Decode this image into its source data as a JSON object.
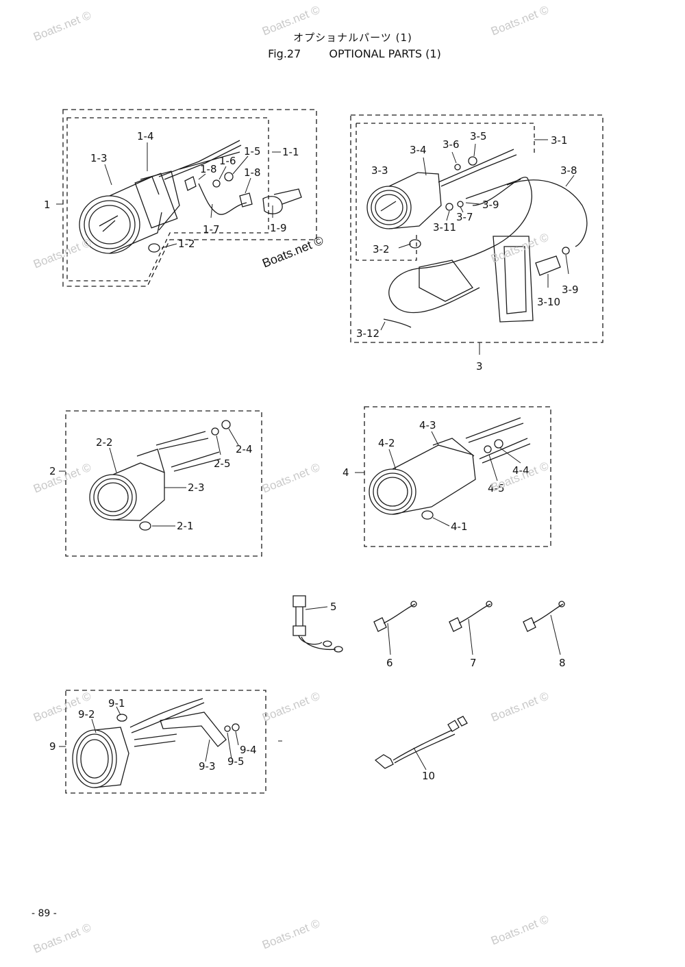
{
  "header": {
    "title_jp": "オプショナルパーツ (1)",
    "fig_no": "Fig.27",
    "title_en": "OPTIONAL PARTS (1)"
  },
  "watermark": "Boats.net ©",
  "page_number": "- 89 -",
  "callouts": {
    "g1": "1",
    "g1_1": "1-1",
    "g1_2": "1-2",
    "g1_3": "1-3",
    "g1_4": "1-4",
    "g1_5": "1-5",
    "g1_6": "1-6",
    "g1_7": "1-7",
    "g1_8a": "1-8",
    "g1_8b": "1-8",
    "g1_9": "1-9",
    "g3": "3",
    "g3_1": "3-1",
    "g3_2": "3-2",
    "g3_3": "3-3",
    "g3_4": "3-4",
    "g3_5": "3-5",
    "g3_6": "3-6",
    "g3_7": "3-7",
    "g3_8": "3-8",
    "g3_9a": "3-9",
    "g3_9b": "3-9",
    "g3_10": "3-10",
    "g3_11": "3-11",
    "g3_12": "3-12",
    "g2": "2",
    "g2_1": "2-1",
    "g2_2": "2-2",
    "g2_3": "2-3",
    "g2_4": "2-4",
    "g2_5": "2-5",
    "g4": "4",
    "g4_1": "4-1",
    "g4_2": "4-2",
    "g4_3": "4-3",
    "g4_4": "4-4",
    "g4_5": "4-5",
    "p5": "5",
    "p6": "6",
    "p7": "7",
    "p8": "8",
    "g9": "9",
    "g9_1": "9-1",
    "g9_2": "9-2",
    "g9_3": "9-3",
    "g9_4": "9-4",
    "g9_5": "9-5",
    "p10": "10"
  },
  "style": {
    "line_color": "#1a1a1a",
    "watermark_color": "#c9c9c9"
  }
}
